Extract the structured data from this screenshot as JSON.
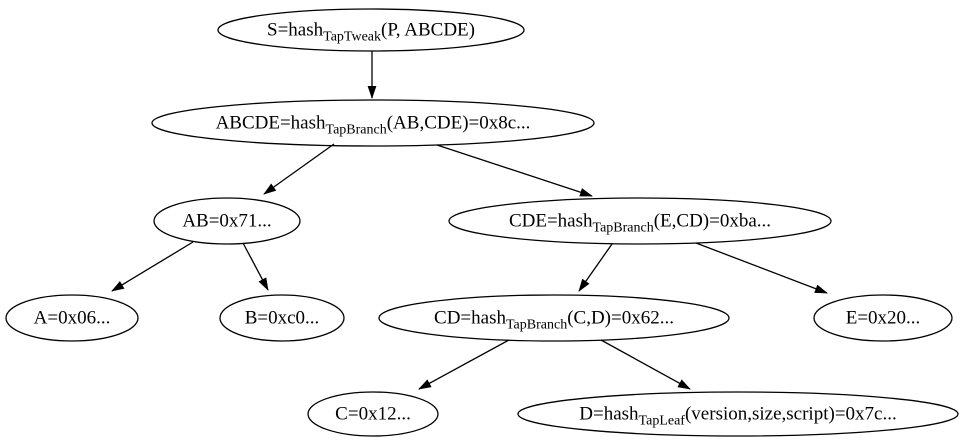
{
  "diagram": {
    "title": "taproot-merkle-tree",
    "background_color": "#ffffff",
    "stroke_color": "#000000",
    "text_color": "#000000"
  },
  "nodes": [
    {
      "id": "S",
      "pre": "S=hash",
      "sub": "TapTweak",
      "post": "(P, ABCDE)"
    },
    {
      "id": "ABCDE",
      "pre": "ABCDE=hash",
      "sub": "TapBranch",
      "post": "(AB,CDE)=0x8c..."
    },
    {
      "id": "AB",
      "pre": "AB=0x71...",
      "sub": "",
      "post": ""
    },
    {
      "id": "CDE",
      "pre": "CDE=hash",
      "sub": "TapBranch",
      "post": "(E,CD)=0xba..."
    },
    {
      "id": "A",
      "pre": "A=0x06...",
      "sub": "",
      "post": ""
    },
    {
      "id": "B",
      "pre": "B=0xc0...",
      "sub": "",
      "post": ""
    },
    {
      "id": "CD",
      "pre": "CD=hash",
      "sub": "TapBranch",
      "post": "(C,D)=0x62..."
    },
    {
      "id": "E",
      "pre": "E=0x20...",
      "sub": "",
      "post": ""
    },
    {
      "id": "C",
      "pre": "C=0x12...",
      "sub": "",
      "post": ""
    },
    {
      "id": "D",
      "pre": "D=hash",
      "sub": "TapLeaf",
      "post": "(version,size,script)=0x7c..."
    }
  ],
  "edges": [
    {
      "from": "S",
      "to": "ABCDE"
    },
    {
      "from": "ABCDE",
      "to": "AB"
    },
    {
      "from": "ABCDE",
      "to": "CDE"
    },
    {
      "from": "AB",
      "to": "A"
    },
    {
      "from": "AB",
      "to": "B"
    },
    {
      "from": "CDE",
      "to": "CD"
    },
    {
      "from": "CDE",
      "to": "E"
    },
    {
      "from": "CD",
      "to": "C"
    },
    {
      "from": "CD",
      "to": "D"
    }
  ]
}
